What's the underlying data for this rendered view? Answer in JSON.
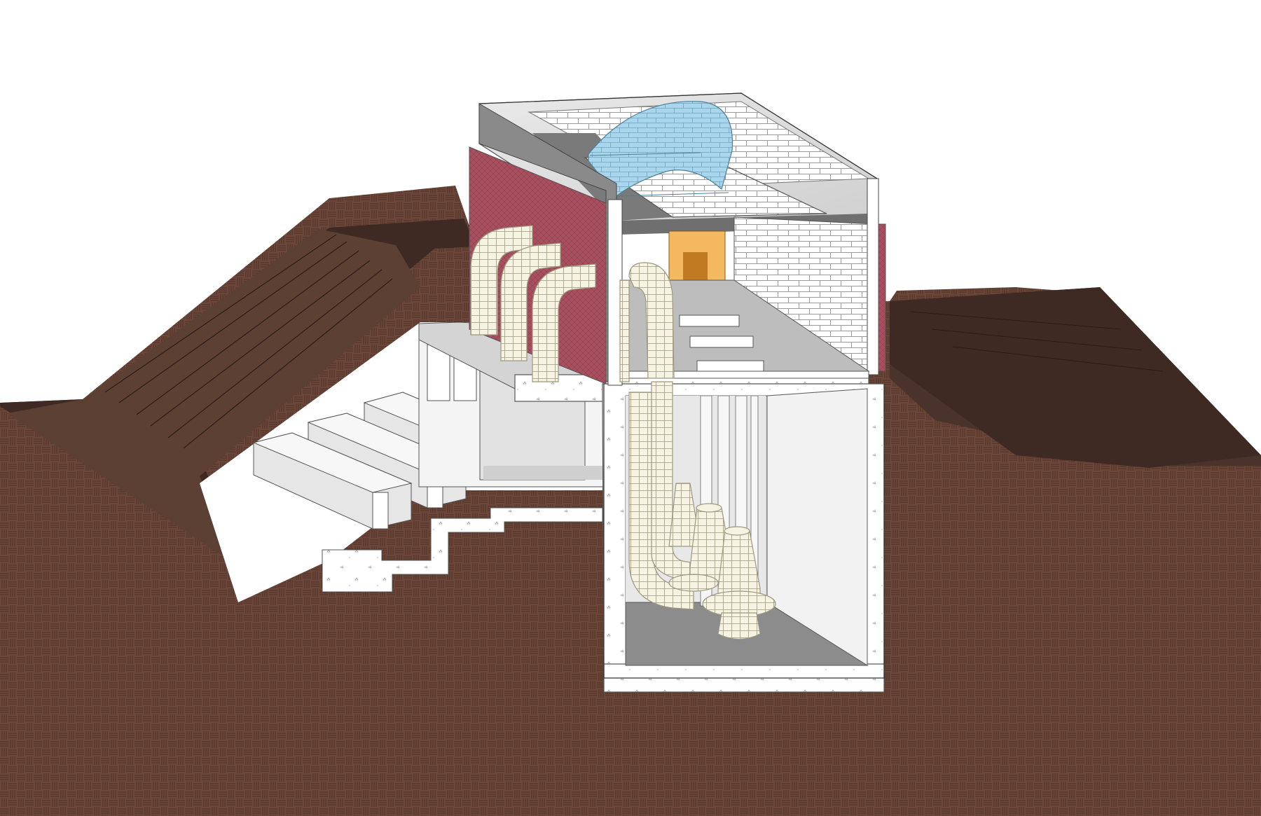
{
  "view": {
    "kind": "3D section cut-away illustration",
    "components": [
      "sloped-earth-embankment",
      "soil-section",
      "concrete-pump-pit",
      "concrete-stepped-channels",
      "intake-deck-slab",
      "brick-cladding-wall",
      "tiled-wall",
      "glazed-vaulted-skylight",
      "doorway",
      "discharge-pipes",
      "submersible-pumps"
    ]
  },
  "colors": {
    "soil": "#6b4638",
    "soil_hatch": "#4e3128",
    "embankment_top": "#5c4033",
    "embankment_dark": "#3e2a22",
    "concrete": "#f1f1f1",
    "concrete_cut": "#ffffff",
    "pit_floor": "#8c8c8c",
    "pit_wall": "#d0d0d0",
    "brick": "#a8505f",
    "tile": "#ffffff",
    "tile_line": "#9a9a9a",
    "glass": "#a9d6ec",
    "door": "#f4b860",
    "pipe": "#f6f3e2",
    "pipe_line": "#9c9880"
  }
}
